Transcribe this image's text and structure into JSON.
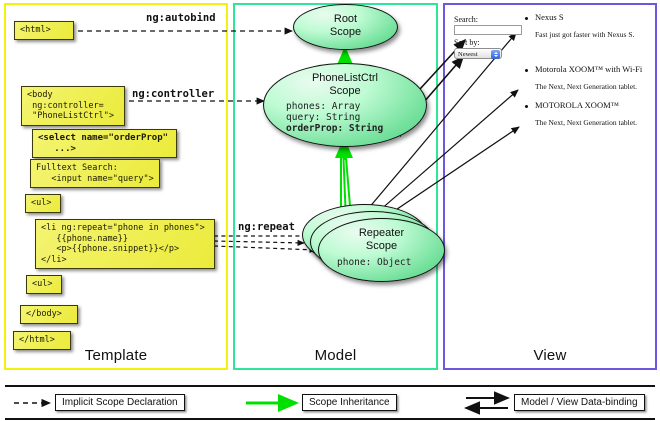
{
  "diagram": {
    "title": "AngularJS Template / Model / View data-binding diagram",
    "columns": [
      {
        "name": "template",
        "label": "Template",
        "border_color": "#f2f20d"
      },
      {
        "name": "model",
        "label": "Model",
        "border_color": "#2ee69a"
      },
      {
        "name": "view",
        "label": "View",
        "border_color": "#6b57e0"
      }
    ]
  },
  "template": {
    "boxes": [
      {
        "id": "html-open",
        "text": "<html>"
      },
      {
        "id": "body-open",
        "text": "<body\n ng:controller=\n \"PhoneListCtrl\">"
      },
      {
        "id": "select",
        "text": "<select name=\"orderProp\"\n   ...>",
        "bold": true
      },
      {
        "id": "fulltext",
        "text": "Fulltext Search:\n   <input name=\"query\">"
      },
      {
        "id": "ul-open",
        "text": "<ul>"
      },
      {
        "id": "li-repeat",
        "text": "<li ng:repeat=\"phone in phones\">\n   {{phone.name}}\n   <p>{{phone.snippet}}</p>\n</li>"
      },
      {
        "id": "ul-close",
        "text": "<ul>"
      },
      {
        "id": "body-close",
        "text": "</body>"
      },
      {
        "id": "html-close",
        "text": "</html>"
      }
    ]
  },
  "edge_labels": {
    "autobind": "ng:autobind",
    "controller": "ng:controller",
    "repeat": "ng:repeat"
  },
  "model": {
    "scopes": [
      {
        "id": "root-scope",
        "title_lines": [
          "Root",
          "Scope"
        ],
        "properties": []
      },
      {
        "id": "phonelistctrl-scope",
        "title_lines": [
          "PhoneListCtrl",
          "Scope"
        ],
        "properties": [
          {
            "text": "phones: Array",
            "bold": false
          },
          {
            "text": "query: String",
            "bold": false
          },
          {
            "text": "orderProp: String",
            "bold": true
          }
        ]
      },
      {
        "id": "repeater-scope",
        "title_lines": [
          "Repeater",
          "Scope"
        ],
        "properties": [
          {
            "text": "phone: Object",
            "bold": false
          }
        ],
        "stacked_count": 3
      }
    ]
  },
  "view": {
    "search": {
      "label": "Search:",
      "value": "",
      "placeholder": ""
    },
    "sort": {
      "label": "Sort by:",
      "selected": "Newest",
      "options": [
        "Newest"
      ]
    },
    "list": [
      {
        "title": "Nexus S",
        "snippet": "Fast just got faster with Nexus S."
      },
      {
        "title": "Motorola XOOM™  with Wi-Fi",
        "snippet": "The Next, Next Generation tablet."
      },
      {
        "title": "MOTOROLA XOOM™",
        "snippet": "The Next, Next Generation tablet."
      }
    ]
  },
  "legend": {
    "items": [
      {
        "id": "implicit-scope-declaration",
        "label": "Implicit Scope Declaration",
        "style": "dashed-black-arrow",
        "color": "#111111"
      },
      {
        "id": "scope-inheritance",
        "label": "Scope Inheritance",
        "style": "solid-green-arrow",
        "color": "#00e000"
      },
      {
        "id": "model-view-data-binding",
        "label": "Model / View Data-binding",
        "style": "double-black-arrow",
        "color": "#111111"
      }
    ]
  }
}
